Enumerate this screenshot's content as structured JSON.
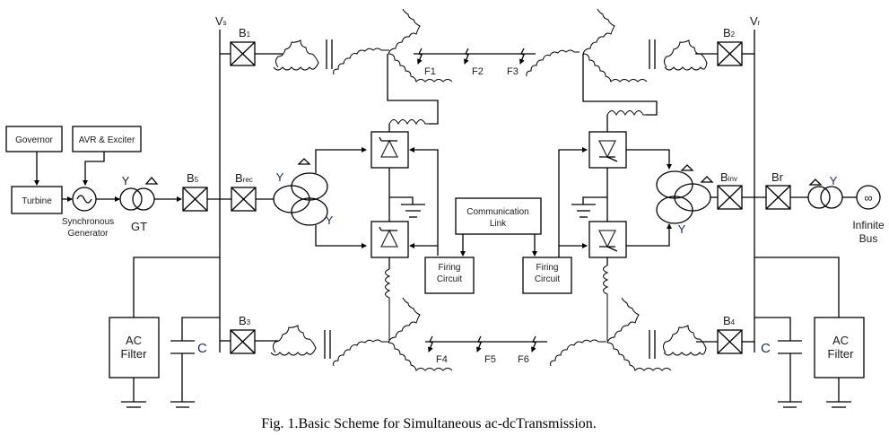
{
  "caption": "Fig. 1.Basic Scheme for Simultaneous ac-dcTransmission.",
  "blocks": {
    "governor": "Governor",
    "avr_exciter": "AVR & Exciter",
    "turbine": "Turbine",
    "sync_gen_line1": "Synchronous",
    "sync_gen_line2": "Generator",
    "gt": "GT",
    "comm_link_line1": "Communication",
    "comm_link_line2": "Link",
    "firing_line1": "Firing",
    "firing_line2": "Circuit",
    "ac_filter_line1": "AC",
    "ac_filter_line2": "Filter",
    "infinite_bus_line1": "Infinite",
    "infinite_bus_line2": "Bus",
    "capacitor": "C",
    "infinity_symbol": "∞"
  },
  "buses": {
    "sending": {
      "main": "V",
      "sub": "s"
    },
    "receiving": {
      "main": "V",
      "sub": "r"
    }
  },
  "breakers": {
    "b1": {
      "main": "B",
      "sub": "1"
    },
    "b2": {
      "main": "B",
      "sub": "2"
    },
    "b3": {
      "main": "B",
      "sub": "3"
    },
    "b4": {
      "main": "B",
      "sub": "4"
    },
    "b5": {
      "main": "B",
      "sub": "5"
    },
    "brec": {
      "main": "B",
      "sub": "rec"
    },
    "binv": {
      "main": "B",
      "sub": "inv"
    },
    "br": {
      "main": "Br",
      "sub": ""
    }
  },
  "windings": {
    "star": "Y",
    "delta": "△"
  },
  "faults": [
    "F1",
    "F2",
    "F3",
    "F4",
    "F5",
    "F6"
  ]
}
